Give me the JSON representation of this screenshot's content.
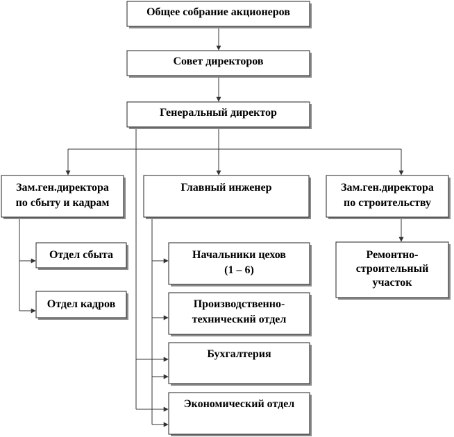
{
  "nodes": {
    "shareholders": {
      "lines": [
        "Общее собрание акционеров"
      ]
    },
    "board": {
      "lines": [
        "Совет директоров"
      ]
    },
    "general_director": {
      "lines": [
        "Генеральный директор"
      ]
    },
    "deputy_sales_hr": {
      "lines": [
        "Зам.ген.директора",
        "по сбыту и кадрам"
      ]
    },
    "chief_engineer": {
      "lines": [
        "Главный инженер"
      ]
    },
    "deputy_construction": {
      "lines": [
        "Зам.ген.директора",
        "по строительству"
      ]
    },
    "sales_dept": {
      "lines": [
        "Отдел сбыта"
      ]
    },
    "hr_dept": {
      "lines": [
        "Отдел кадров"
      ]
    },
    "shop_heads": {
      "lines": [
        "Начальники цехов",
        "(1 – 6)"
      ]
    },
    "production_tech_dept": {
      "lines": [
        "Производственно-",
        "технический отдел"
      ]
    },
    "accounting": {
      "lines": [
        "Бухгалтерия"
      ]
    },
    "economic_dept": {
      "lines": [
        "Экономический отдел"
      ]
    },
    "repair_construction_site": {
      "lines": [
        "Ремонтно-",
        "строительный",
        "участок"
      ]
    }
  }
}
